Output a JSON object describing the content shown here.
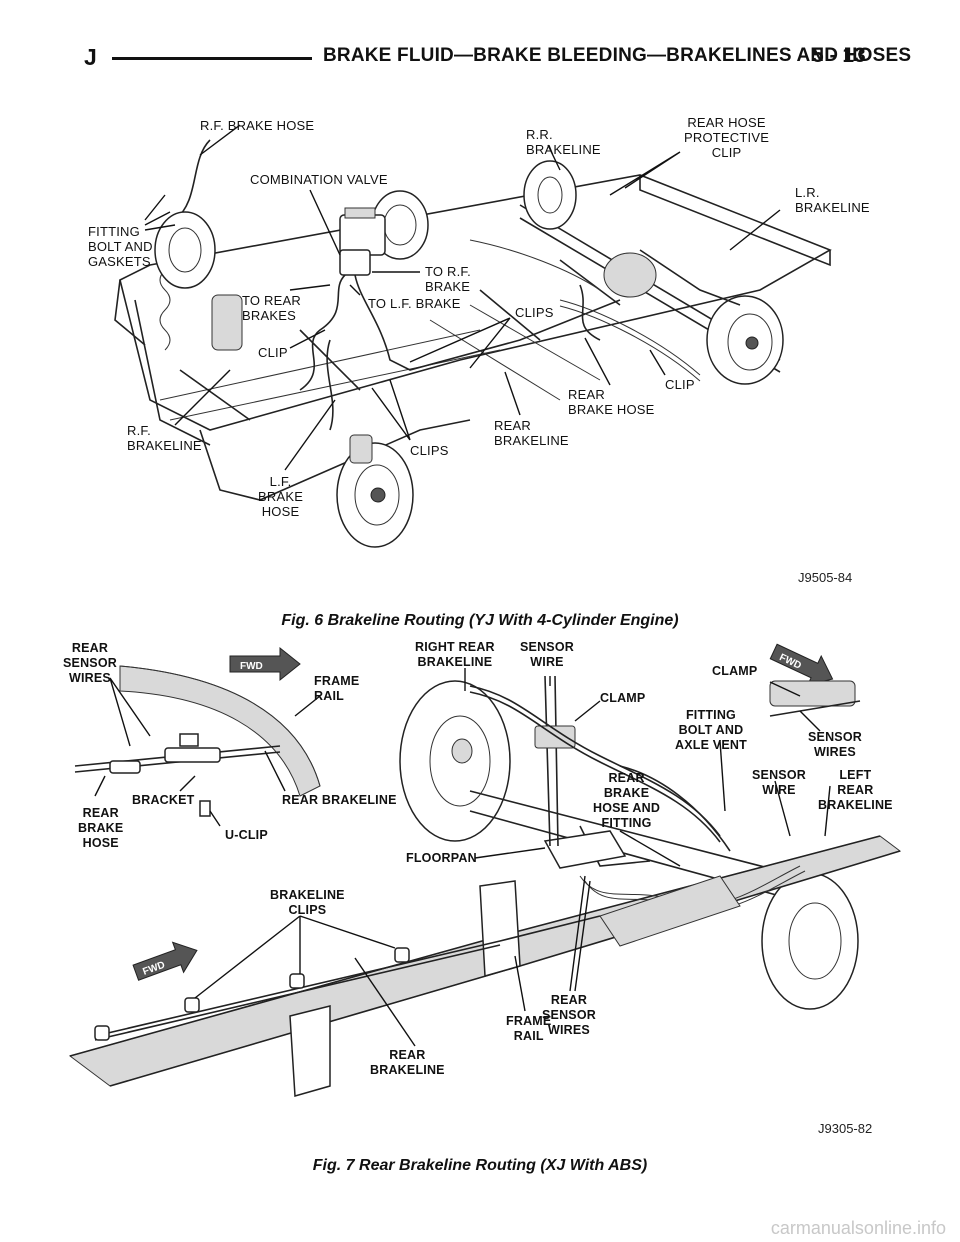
{
  "header": {
    "section_letter": "J",
    "title": "BRAKE FLUID—BRAKE BLEEDING—BRAKELINES AND HOSES",
    "page": "5 - 13"
  },
  "figure6": {
    "caption": "Fig. 6 Brakeline Routing (YJ With 4-Cylinder Engine)",
    "image_code": "J9505-84",
    "labels": {
      "rf_brake_hose": "R.F. BRAKE HOSE",
      "combination_valve": "COMBINATION VALVE",
      "rr_brakeline": "R.R.\nBRAKELINE",
      "rear_hose_protective_clip": "REAR HOSE\nPROTECTIVE\nCLIP",
      "lr_brakeline": "L.R.\nBRAKELINE",
      "fitting_bolt_gaskets": "FITTING\nBOLT AND\nGASKETS",
      "to_rf_brake": "TO R.F.\nBRAKE",
      "to_rear_brakes": "TO REAR\nBRAKES",
      "to_lf_brake": "TO L.F. BRAKE",
      "clips_upper": "CLIPS",
      "clip_left": "CLIP",
      "rear_brake_hose": "REAR\nBRAKE HOSE",
      "clip_right": "CLIP",
      "rf_brakeline": "R.F.\nBRAKELINE",
      "rear_brakeline": "REAR\nBRAKELINE",
      "clips_lower": "CLIPS",
      "lf_brake_hose": "L.F.\nBRAKE\nHOSE"
    }
  },
  "figure7": {
    "caption": "Fig. 7 Rear Brakeline Routing (XJ With ABS)",
    "image_code": "J9305-82",
    "labels": {
      "rear_sensor_wires_top": "REAR\nSENSOR\nWIRES",
      "fwd_badge": "FWD",
      "frame_rail_top": "FRAME\nRAIL",
      "right_rear_brakeline": "RIGHT REAR\nBRAKELINE",
      "sensor_wire_top": "SENSOR\nWIRE",
      "clamp_mid": "CLAMP",
      "clamp_right": "CLAMP",
      "fitting_bolt_axle_vent": "FITTING\nBOLT AND\nAXLE VENT",
      "sensor_wires_right": "SENSOR\nWIRES",
      "bracket": "BRACKET",
      "rear_brakeline_inset": "REAR BRAKELINE",
      "rear_brake_hose_inset": "REAR\nBRAKE\nHOSE",
      "u_clip": "U-CLIP",
      "rear_brake_hose_and_fitting": "REAR\nBRAKE\nHOSE AND\nFITTING",
      "sensor_wire_right": "SENSOR\nWIRE",
      "left_rear_brakeline": "LEFT\nREAR\nBRAKELINE",
      "floorpan": "FLOORPAN",
      "brakeline_clips": "BRAKELINE\nCLIPS",
      "rear_sensor_wires_bottom": "REAR\nSENSOR\nWIRES",
      "frame_rail_bottom": "FRAME\nRAIL",
      "rear_brakeline_bottom": "REAR\nBRAKELINE"
    }
  },
  "watermark": "carmanualsonline.info"
}
